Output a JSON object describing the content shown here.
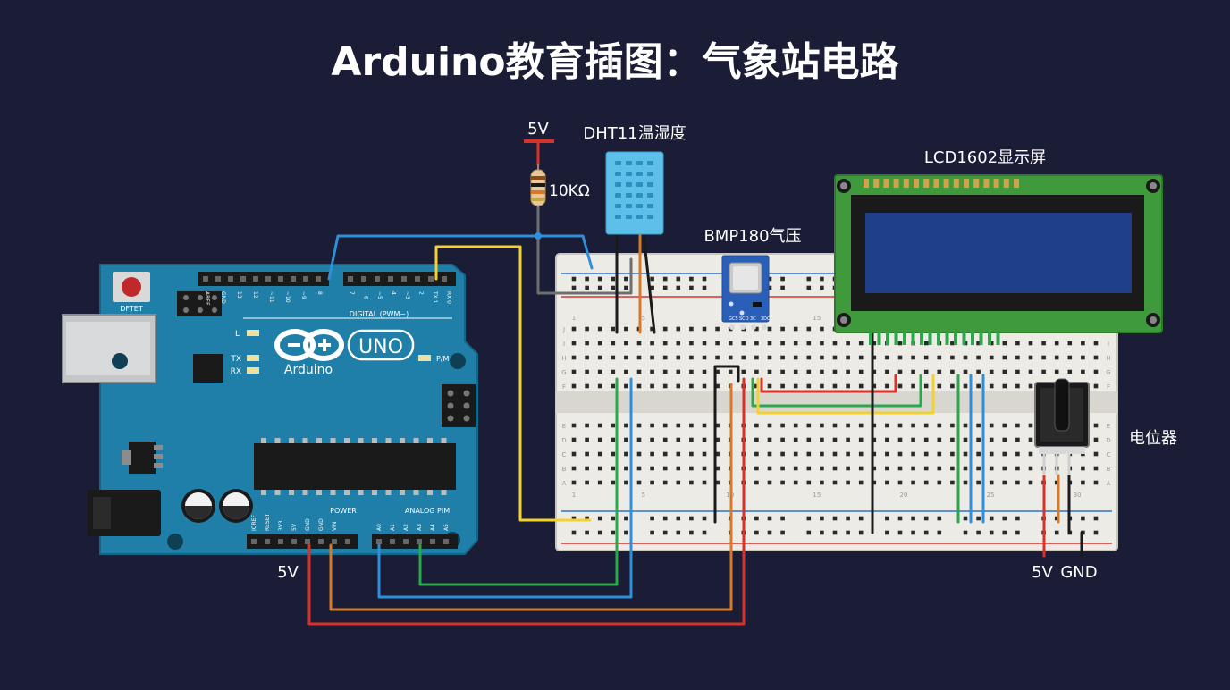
{
  "title": "Arduino教育插图：气象站电路",
  "labels": {
    "dht11": "DHT11温湿度",
    "bmp180": "BMP180气压",
    "lcd": "LCD1602显示屏",
    "pot": "电位器",
    "resistor": "10KΩ",
    "supply_top": "5V",
    "arduino_5v": "5V",
    "pot_5v": "5V",
    "pot_gnd": "GND"
  },
  "arduino": {
    "logo_text": "Arduino",
    "model": "UNO",
    "reset_label": "DFTET",
    "digital_label": "DIGITAL (PWM~)",
    "power_label": "POWER",
    "analog_label": "ANALOG PIM",
    "led_l": "L",
    "led_tx": "TX",
    "led_rx": "RX",
    "led_on": "P/M",
    "digital_pins": [
      "AREF",
      "GND",
      "13",
      "12",
      "~11",
      "~10",
      "~9",
      "8",
      "7",
      "~6",
      "~5",
      "4",
      "~3",
      "2",
      "TX 1",
      "RX 0"
    ],
    "power_pins": [
      "IOREF",
      "RESET",
      "3V3",
      "5V",
      "GND",
      "GND",
      "VIN"
    ],
    "analog_pins": [
      "A0",
      "A1",
      "A2",
      "A3",
      "A4",
      "A5"
    ]
  },
  "bmp180_pins": [
    "GCS",
    "SCO",
    "3C",
    "3DC"
  ],
  "breadboard": {
    "col_numbers": [
      "1",
      "5",
      "10",
      "15",
      "20",
      "25",
      "30"
    ],
    "row_letters_top": [
      "J",
      "I",
      "H",
      "G",
      "F"
    ],
    "row_letters_bottom": [
      "E",
      "D",
      "C",
      "B",
      "A"
    ]
  },
  "colors": {
    "background": "#1b1d36",
    "board": "#1f7fa8",
    "wire_red": "#d9322b",
    "wire_black": "#1a1a1a",
    "wire_blue": "#2f8fd8",
    "wire_yellow": "#f2d22e",
    "wire_green": "#2aa84a",
    "wire_orange": "#d67a2a",
    "lcd_pcb": "#3e9a3a",
    "lcd_screen": "#1f3f8a",
    "dht_body": "#5cc0ea"
  }
}
